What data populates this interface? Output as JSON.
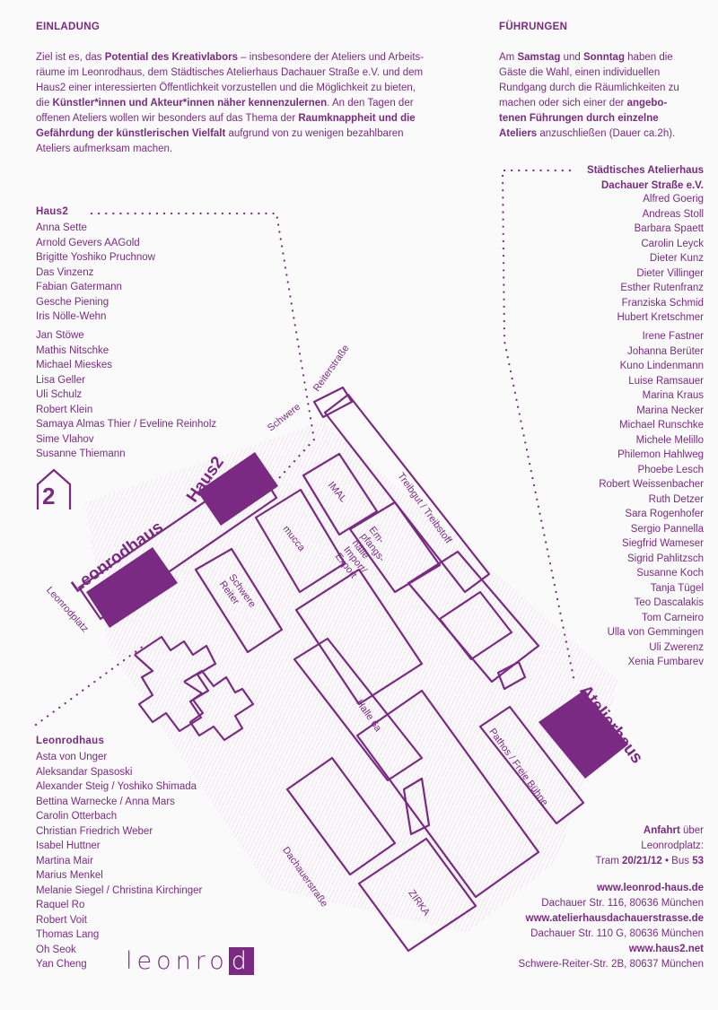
{
  "colors": {
    "accent": "#7a2a82",
    "background": "#fbfafb"
  },
  "einladung": {
    "heading": "EINLADUNG",
    "line1_a": "Ziel ist es, das ",
    "line1_b": "Potential des Kreativlabors",
    "line1_c": " – insbesondere der Ateliers und Arbeits-",
    "line2": "räume im Leonrodhaus, dem Städtisches Atelierhaus Dachauer Straße e.V. und dem",
    "line3": "Haus2 einer interessierten Öffentlichkeit vorzustellen und die Möglichkeit zu bieten,",
    "line4_a": "die ",
    "line4_b": "Künstler*innen und Akteur*innen näher kennenzulernen",
    "line4_c": ". An den Tagen der",
    "line5_a": "offenen Ateliers wollen wir besonders auf das Thema der ",
    "line5_b": "Raumknappheit und die",
    "line6_a": "Gefährdung der künstlerischen Vielfalt",
    "line6_b": " aufgrund von zu wenigen bezahlbaren",
    "line7": "Ateliers aufmerksam machen."
  },
  "fuehrungen": {
    "heading": "FÜHRUNGEN",
    "l1_a": "Am ",
    "l1_b": "Samstag",
    "l1_c": " und ",
    "l1_d": "Sonntag",
    "l1_e": " haben die",
    "l2": "Gäste die Wahl, einen individuellen",
    "l3": "Rundgang durch die Räumlichkeiten zu",
    "l4_a": "machen oder sich einer der ",
    "l4_b": "angebo-",
    "l5": "tenen Führungen durch einzelne",
    "l6_a": "Ateliers",
    "l6_b": " anzuschließen (Dauer ca.2h)."
  },
  "haus2": {
    "heading": "Haus2",
    "group1": [
      "Anna Sette",
      "Arnold Gevers AAGold",
      "Brigitte Yoshiko Pruchnow",
      "Das Vinzenz",
      "Fabian Gatermann",
      "Gesche Piening",
      "Iris Nölle-Wehn"
    ],
    "group2": [
      "Jan Stöwe",
      "Mathis Nitschke",
      "Michael Mieskes",
      "Lisa Geller",
      "Uli Schulz",
      "Robert Klein",
      "Samaya Almas Thier / Eveline Reinholz",
      "Sime Vlahov",
      "Susanne Thiemann"
    ]
  },
  "atelierhaus": {
    "heading1": "Städtisches Atelierhaus",
    "heading2": "Dachauer Straße e.V.",
    "group1": [
      "Alfred Goerig",
      "Andreas Stoll",
      "Barbara Spaett",
      "Carolin Leyck",
      "Dieter Kunz",
      "Dieter Villinger",
      "Esther Rutenfranz",
      "Franziska Schmid",
      "Hubert Kretschmer"
    ],
    "group2": [
      "Irene Fastner",
      "Johanna Berüter",
      "Kuno Lindenmann",
      "Luise Ramsauer",
      "Marina Kraus",
      "Marina Necker",
      "Michael Runschke",
      "Michele Melillo",
      "Philemon Hahlweg",
      "Phoebe Lesch",
      "Robert Weissenbacher",
      "Ruth Detzer",
      "Sara Rogenhofer",
      "Sergio Pannella",
      "Siegfrid Wameser",
      "Sigrid Pahlitzsch",
      "Susanne Koch",
      "Tanja Tügel",
      "Teo Dascalakis",
      "Tom Carneiro",
      "Ulla von Gemmingen",
      "Uli Zwerenz",
      "Xenia Fumbarev"
    ]
  },
  "leonrodhaus": {
    "heading": "Leonrodhaus",
    "names": [
      "Asta von Unger",
      "Aleksandar Spasoski",
      "Alexander Steig / Yoshiko Shimada",
      "Bettina Warnecke / Anna Mars",
      "Carolin Otterbach",
      "Christian Friedrich Weber",
      "Isabel Huttner",
      "Martina Mair",
      "Marius Menkel",
      "Melanie Siegel / Christina Kirchinger",
      "Raquel Ro",
      "Robert Voit",
      "Thomas Lang",
      "Oh Seok",
      "Yan Cheng"
    ]
  },
  "map": {
    "street_schwere": "Schwere",
    "street_reiter": "Reiterstraße",
    "street_leonrodplatz": "Leonrodplatz",
    "street_dachauer": "Dachauerstraße",
    "building_leonrodhaus": "Leonrodhaus",
    "building_haus2": "Haus2",
    "building_atelierhaus": "Atelierhaus",
    "room_imal": "IMAL",
    "room_mucca": "mucca",
    "room_empfang_1": "Em-",
    "room_empfang_2": "pfangs-",
    "room_empfang_3": "halle",
    "room_empfang_4": "Import/",
    "room_empfang_5": "Export",
    "room_treibgut": "Treibgut / Treibstoff",
    "room_schwere_1": "Schwere",
    "room_schwere_2": "Reiter",
    "room_halle": "Halle 6a",
    "room_pathos": "Pathos / Freie Bühne",
    "room_zirka": "ZIRKA",
    "haus2_logo_glyph": "2"
  },
  "anfahrt": {
    "l1_a": "Anfahrt",
    "l1_b": " über",
    "l2": "Leonrodplatz:",
    "l3_a": "Tram ",
    "l3_b": "20/21/12",
    "l3_c": " • Bus ",
    "l3_d": "53"
  },
  "contacts": [
    {
      "web": "www.leonrod-haus.de",
      "address": "Dachauer Str. 116, 80636 München"
    },
    {
      "web": "www.atelierhausdachauerstrasse.de",
      "address": "Dachauer Str. 110 G, 80636 München"
    },
    {
      "web": "www.haus2.net",
      "address": "Schwere-Reiter-Str. 2B, 80637 München"
    }
  ],
  "logo": {
    "text": "leonro",
    "last_letter": "d"
  }
}
